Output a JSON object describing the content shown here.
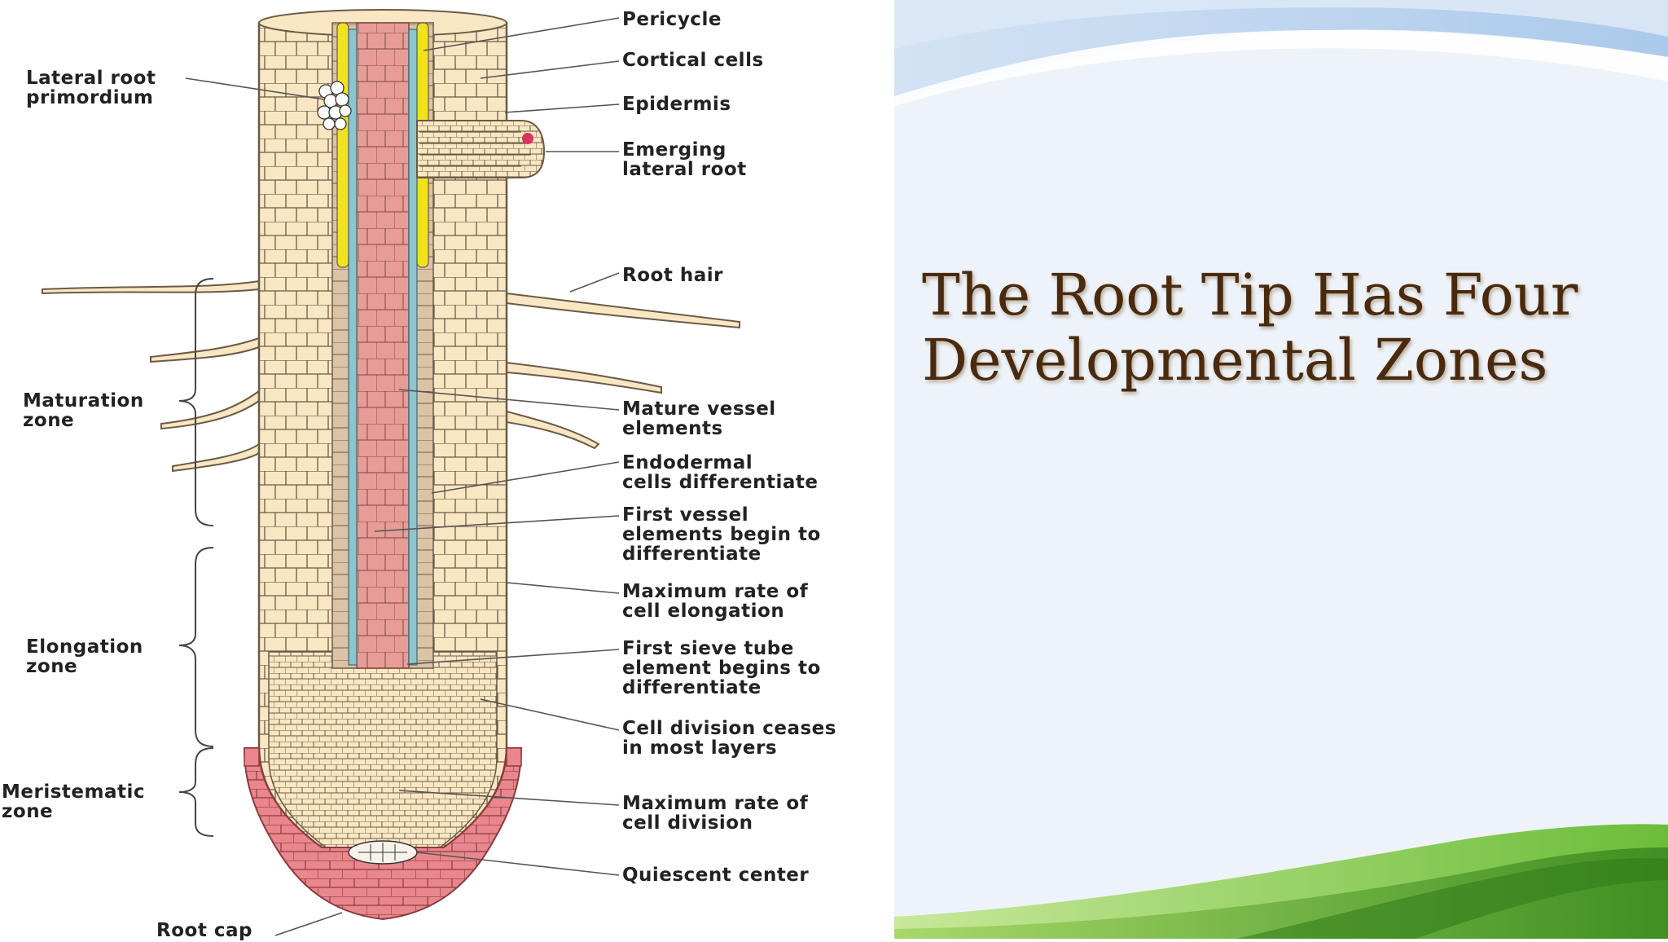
{
  "slide": {
    "title_line1": "The Root Tip Has Four",
    "title_line2": "Developmental Zones"
  },
  "diagram": {
    "labels_left": {
      "lateral_root_primordium": [
        "Lateral root",
        "primordium"
      ],
      "maturation_zone": [
        "Maturation",
        "zone"
      ],
      "elongation_zone": [
        "Elongation",
        "zone"
      ],
      "meristematic_zone": [
        "Meristematic",
        "zone"
      ],
      "root_cap": [
        "Root cap"
      ]
    },
    "labels_right": {
      "pericycle": [
        "Pericycle"
      ],
      "cortical_cells": [
        "Cortical cells"
      ],
      "epidermis": [
        "Epidermis"
      ],
      "emerging_lateral_root": [
        "Emerging",
        "lateral root"
      ],
      "root_hair": [
        "Root hair"
      ],
      "mature_vessel_elements": [
        "Mature vessel",
        "elements"
      ],
      "endodermal_cells": [
        "Endodermal",
        "cells differentiate"
      ],
      "first_vessel_elements": [
        "First vessel",
        "elements begin to",
        "differentiate"
      ],
      "max_elongation": [
        "Maximum rate of",
        "cell elongation"
      ],
      "first_sieve_tube": [
        "First sieve tube",
        "element begins to",
        "differentiate"
      ],
      "cell_division_ceases": [
        "Cell division ceases",
        "in most layers"
      ],
      "max_cell_division": [
        "Maximum rate of",
        "cell division"
      ],
      "quiescent_center": [
        "Quiescent center"
      ]
    },
    "colors": {
      "cortex": "#f9e7c4",
      "cell_lines": "#6b5a45",
      "pericycle": "#f2e21c",
      "endodermis": "#dcc3a8",
      "xylem": "#e79c97",
      "phloem": "#8fc4cd",
      "root_cap": "#e9878d",
      "background_right": "#eef3fa",
      "title_color": "#4a2a0e",
      "grass_green": "#5fae2c"
    }
  }
}
